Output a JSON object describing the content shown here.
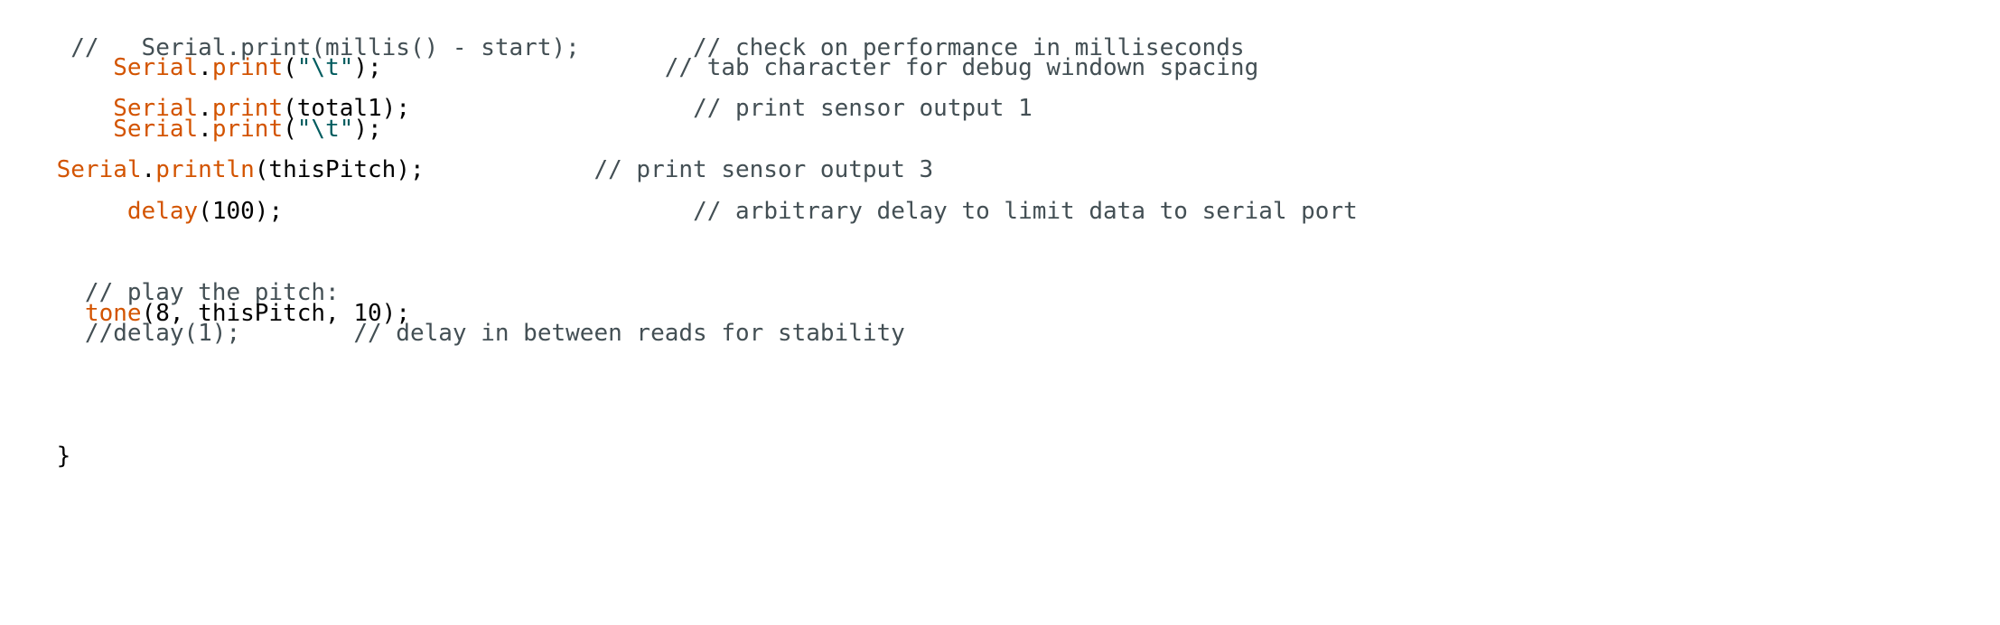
{
  "colors": {
    "background": "#ffffff",
    "comment": "#434f54",
    "function": "#d35400",
    "string": "#005c5f",
    "text": "#000000"
  },
  "code": {
    "line1": {
      "text": " //   Serial.print(millis() - start);        // check on performance in milliseconds"
    },
    "line2": {
      "indent": "    ",
      "obj": "Serial",
      "dot": ".",
      "fn": "print",
      "open": "(",
      "str": "\"\\t\"",
      "close": ");",
      "pad": "                    ",
      "comment": "// tab character for debug windown spacing"
    },
    "line3": {
      "indent": "    ",
      "obj": "Serial",
      "dot": ".",
      "fn": "print",
      "args": "(total1);",
      "pad": "                    ",
      "comment": "// print sensor output 1"
    },
    "line4": {
      "indent": "    ",
      "obj": "Serial",
      "dot": ".",
      "fn": "print",
      "open": "(",
      "str": "\"\\t\"",
      "close": ");"
    },
    "line5": {
      "obj": "Serial",
      "dot": ".",
      "fn": "println",
      "args": "(thisPitch);",
      "pad": "            ",
      "comment": "// print sensor output 3"
    },
    "line6": {
      "indent": "     ",
      "fn": "delay",
      "args": "(100);",
      "pad": "                             ",
      "comment": "// arbitrary delay to limit data to serial port"
    },
    "line7": {
      "text": "  // play the pitch:"
    },
    "line8": {
      "indent": "  ",
      "fn": "tone",
      "args": "(8, thisPitch, 10);"
    },
    "line9": {
      "text": "  //delay(1);        // delay in between reads for stability"
    },
    "line10": {
      "text": "}"
    }
  }
}
